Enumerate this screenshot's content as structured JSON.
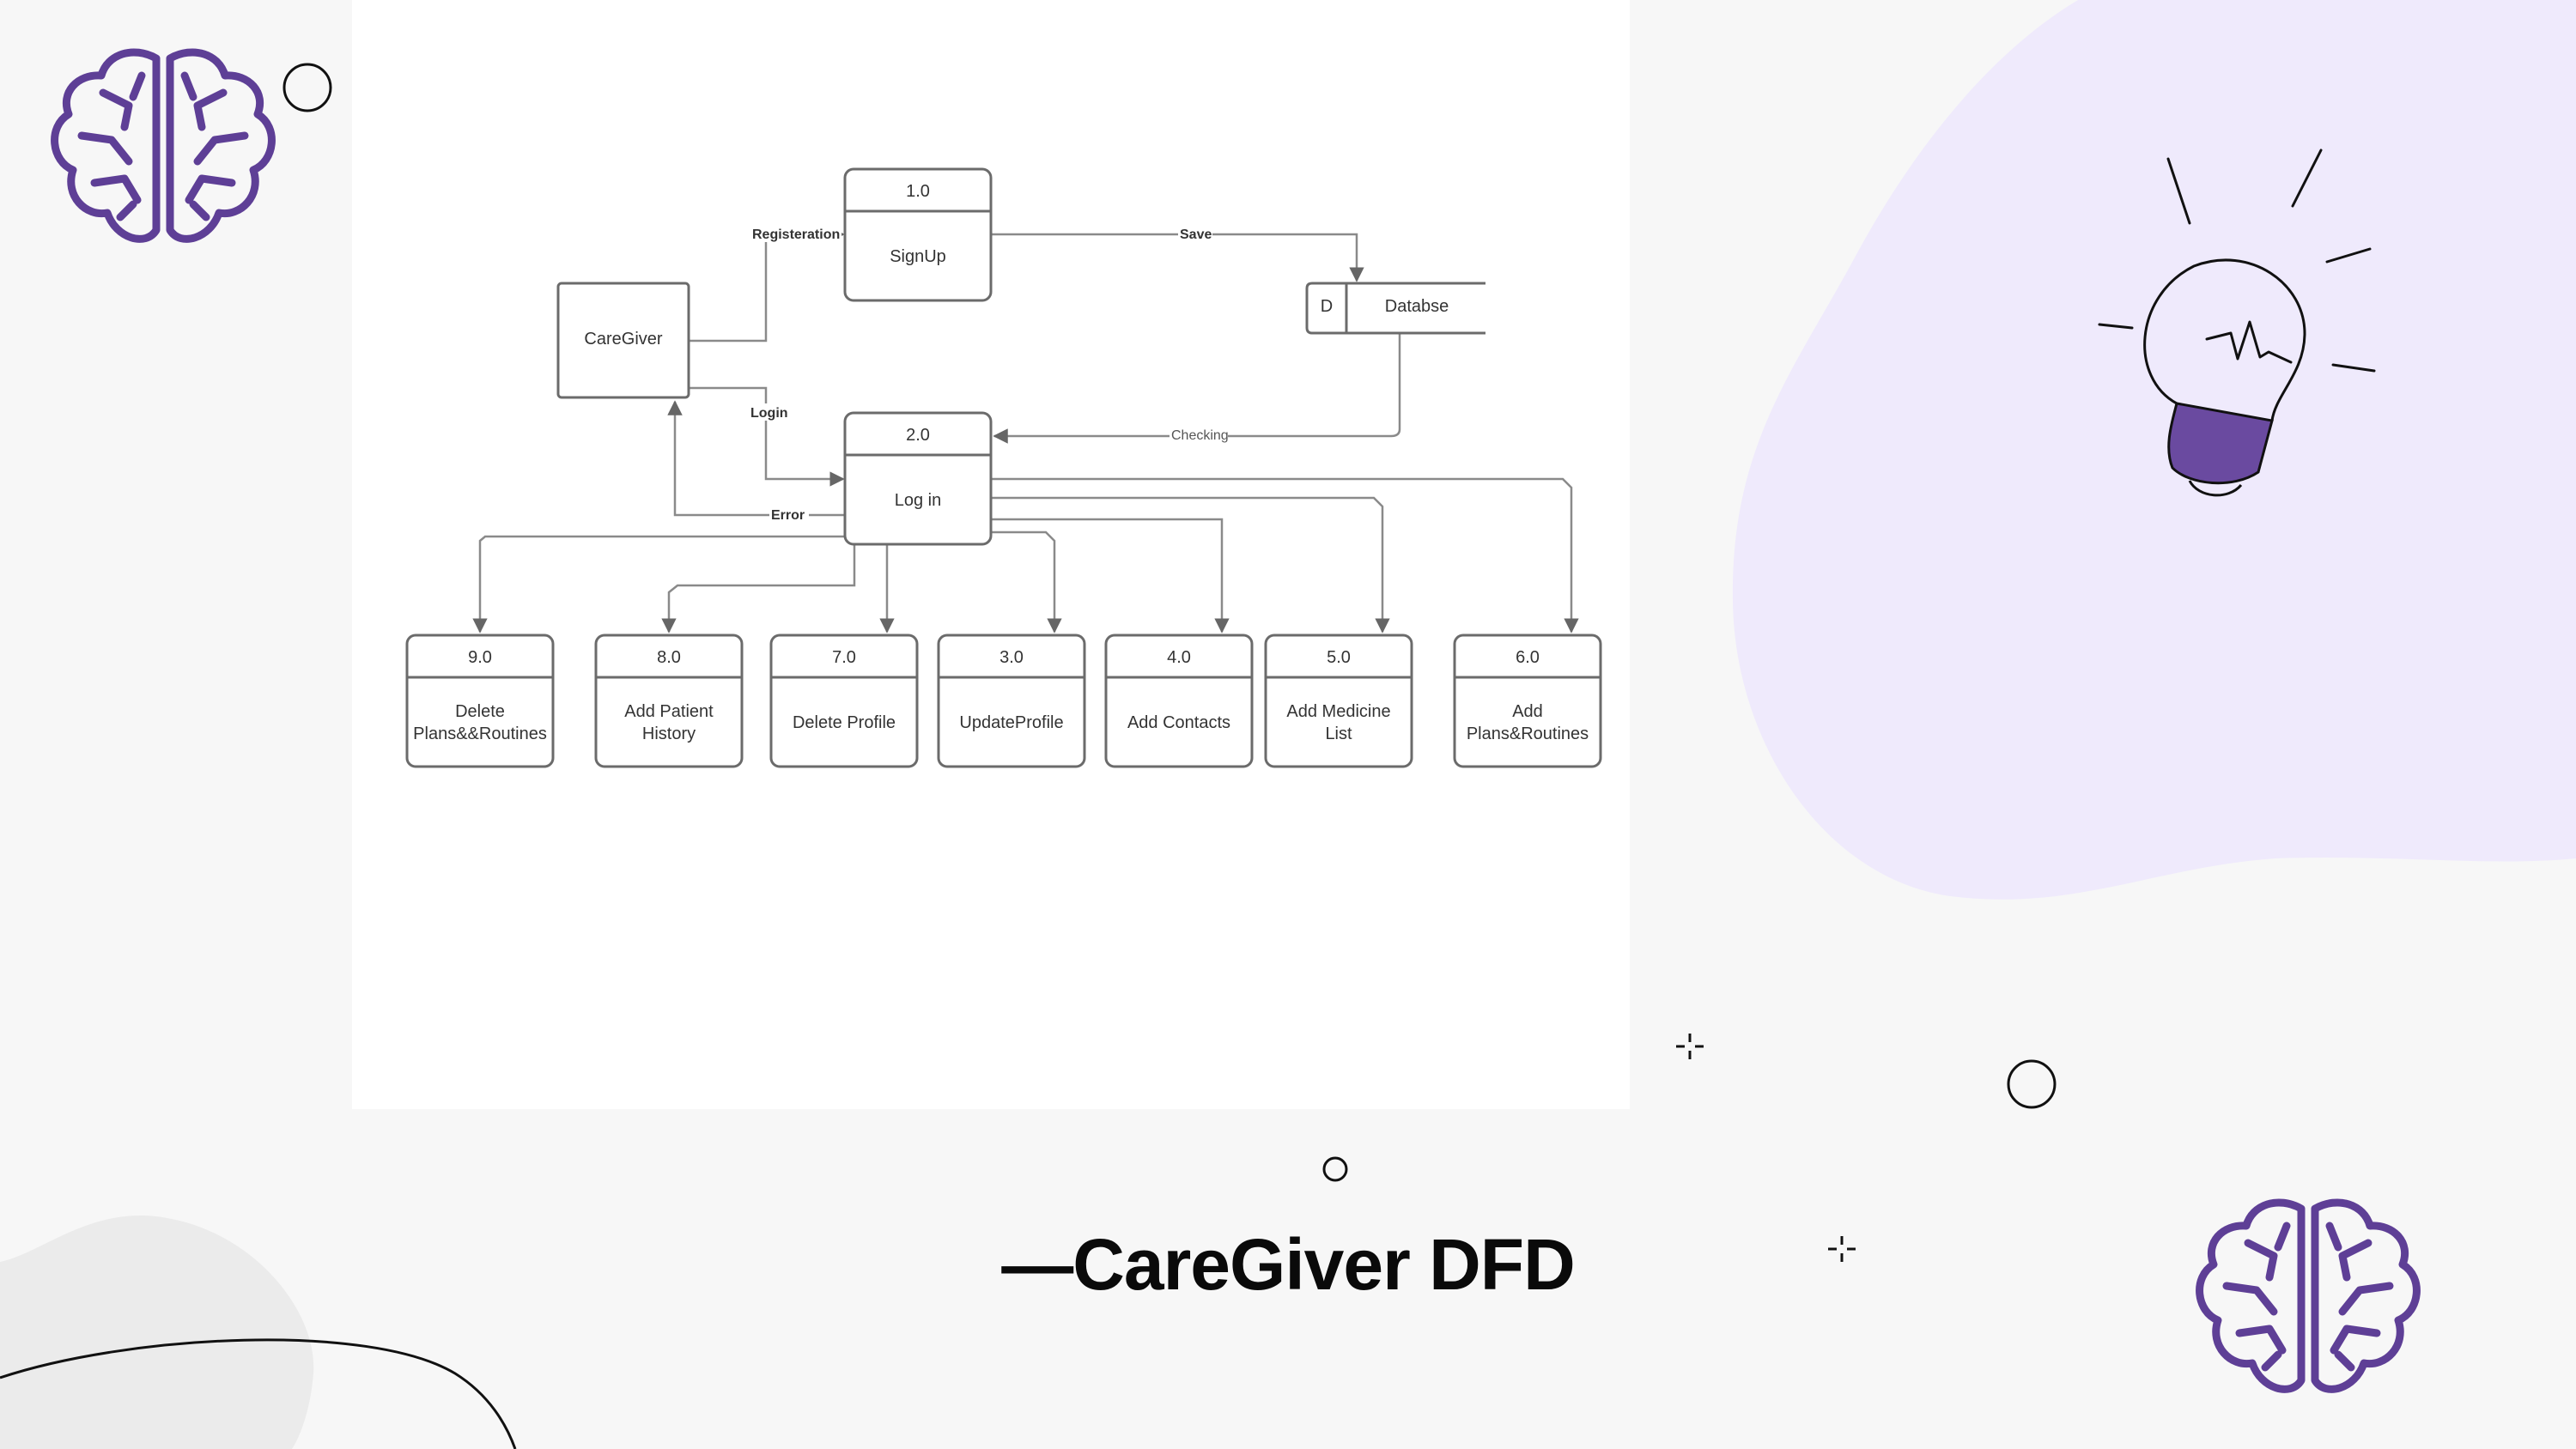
{
  "slide": {
    "title": "—CareGiver DFD",
    "colors": {
      "accent": "#5e3f96",
      "blob": "#efeafc",
      "panel": "#ffffff",
      "background": "#f7f7f7"
    }
  },
  "diagram": {
    "external_entity": "CareGiver",
    "data_store": {
      "id": "D",
      "label": "Databse"
    },
    "processes": [
      {
        "id": "1.0",
        "label": "SignUp"
      },
      {
        "id": "2.0",
        "label": "Log in"
      },
      {
        "id": "9.0",
        "label": [
          "Delete",
          "Plans&&Routines"
        ]
      },
      {
        "id": "8.0",
        "label": [
          "Add Patient",
          "History"
        ]
      },
      {
        "id": "7.0",
        "label": "Delete Profile"
      },
      {
        "id": "3.0",
        "label": "UpdateProfile"
      },
      {
        "id": "4.0",
        "label": "Add Contacts"
      },
      {
        "id": "5.0",
        "label": [
          "Add Medicine",
          "List"
        ]
      },
      {
        "id": "6.0",
        "label": [
          "Add",
          "Plans&Routines"
        ]
      }
    ],
    "flows": {
      "registration": "Registeration",
      "save": "Save",
      "login": "Login",
      "checking": "Checking",
      "error": "Error"
    }
  },
  "icons": [
    "brain-icon",
    "lightbulb-icon",
    "circle-outline-icon",
    "sparkle-icon"
  ]
}
